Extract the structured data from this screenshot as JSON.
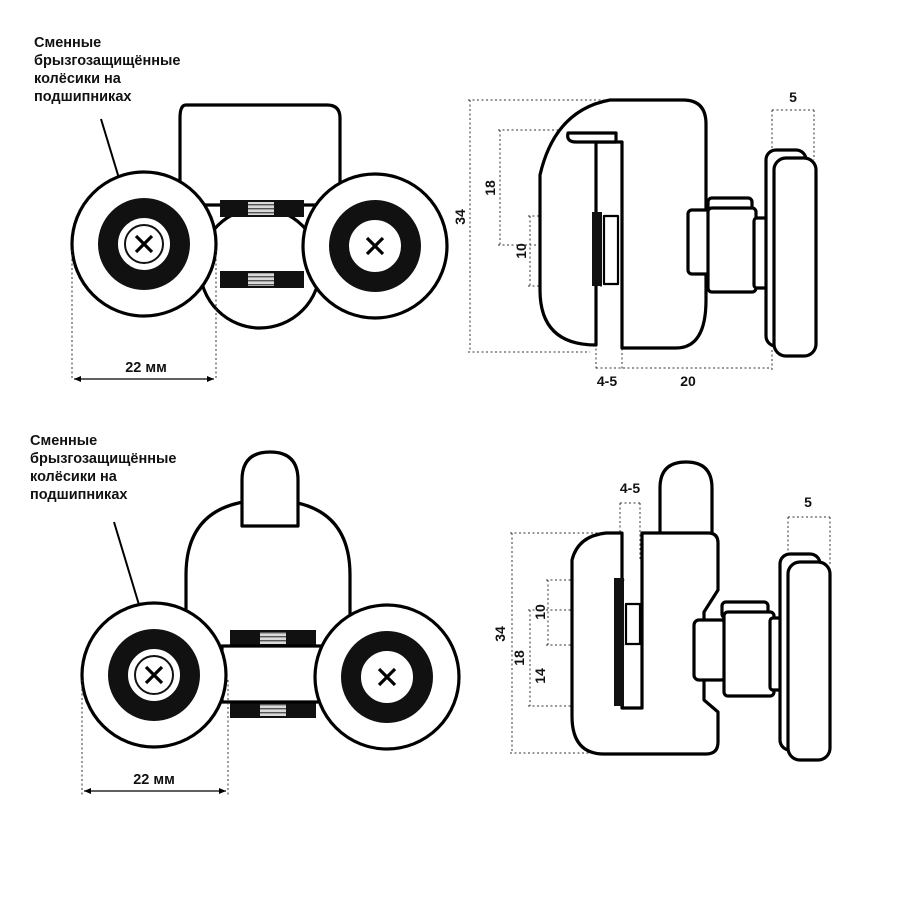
{
  "top_view": {
    "caption": [
      "Сменные",
      "брызгозащищённые",
      "колёсики на",
      "подшипниках"
    ],
    "width_label": "22 мм"
  },
  "top_side": {
    "height_label": "34",
    "upper_label": "18",
    "slot_label": "10",
    "gap_label": "4-5",
    "depth_label": "20",
    "wheel_label": "5"
  },
  "bottom_view": {
    "caption": [
      "Сменные",
      "брызгозащищённые",
      "колёсики на",
      "подшипниках"
    ],
    "width_label": "22 мм"
  },
  "bottom_side": {
    "gap_label": "4-5",
    "wheel_label": "5",
    "height_label": "34",
    "slot_label": "10",
    "lower_outer_label": "18",
    "lower_inner_label": "14"
  }
}
